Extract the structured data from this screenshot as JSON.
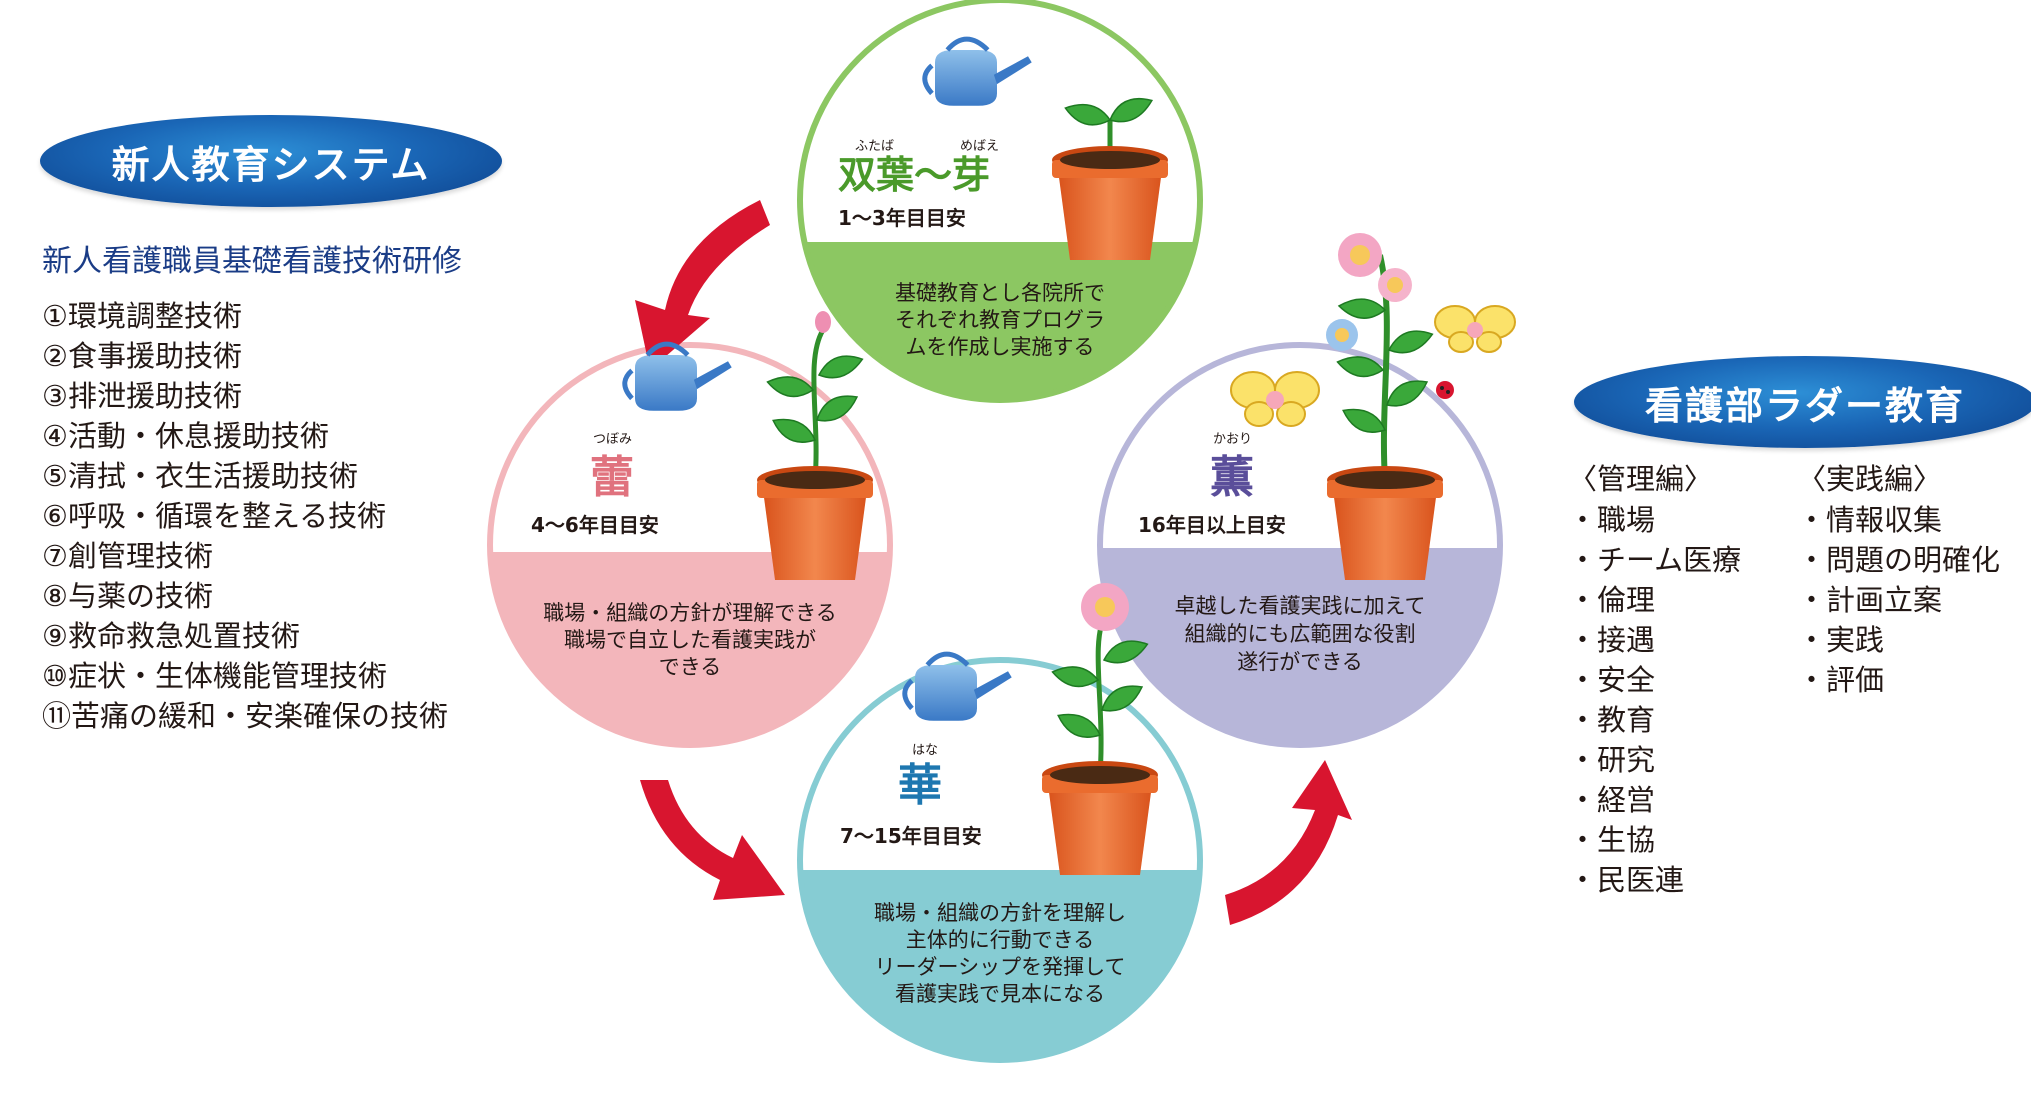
{
  "left": {
    "title": "新人教育システム",
    "subtitle": "新人看護職員基礎看護技術研修",
    "items": [
      "①環境調整技術",
      "②食事援助技術",
      "③排泄援助技術",
      "④活動・休息援助技術",
      "⑤清拭・衣生活援助技術",
      "⑥呼吸・循環を整える技術",
      "⑦創管理技術",
      "⑧与薬の技術",
      "⑨救命救急処置技術",
      "⑩症状・生体機能管理技術",
      "⑪苦痛の緩和・安楽確保の技術"
    ]
  },
  "right": {
    "title": "看護部ラダー教育",
    "management": {
      "heading": "〈管理編〉",
      "items": [
        "職場",
        "チーム医療",
        "倫理",
        "接遇",
        "安全",
        "教育",
        "研究",
        "経営",
        "生協",
        "民医連"
      ]
    },
    "practice": {
      "heading": "〈実践編〉",
      "items": [
        "情報収集",
        "問題の明確化",
        "計画立案",
        "実践",
        "評価"
      ]
    }
  },
  "stages": {
    "futaba": {
      "title": "双葉〜芽",
      "ruby1": "ふたば",
      "ruby2": "めばえ",
      "years": "1〜3年目目安",
      "desc": [
        "基礎教育とし各院所で",
        "それぞれ教育プログラ",
        "ムを作成し実施する"
      ],
      "color": "#8cc762",
      "title_color": "#4a9a2a"
    },
    "tsubomi": {
      "title": "蕾",
      "ruby": "つぼみ",
      "years": "4〜6年目目安",
      "desc": [
        "職場・組織の方針が理解できる",
        "職場で自立した看護実践が",
        "できる"
      ],
      "color": "#f3b6bb",
      "title_color": "#e0727e"
    },
    "hana": {
      "title": "華",
      "ruby": "はな",
      "years": "7〜15年目目安",
      "desc": [
        "職場・組織の方針を理解し",
        "主体的に行動できる",
        "リーダーシップを発揮して",
        "看護実践で見本になる"
      ],
      "color": "#86ccd3",
      "title_color": "#1e77b0"
    },
    "kaori": {
      "title": "薫",
      "ruby": "かおり",
      "years": "16年目以上目安",
      "desc": [
        "卓越した看護実践に加えて",
        "組織的にも広範囲な役割",
        "遂行ができる"
      ],
      "color": "#b7b6d9",
      "title_color": "#5a4e9a"
    }
  },
  "colors": {
    "arrow": "#d8152f",
    "pill": "#1a66b6"
  },
  "icons": [
    "watering-can-icon",
    "plant-pot-icon",
    "flower-icon",
    "butterfly-icon",
    "ladybug-icon",
    "curved-arrow-icon"
  ]
}
